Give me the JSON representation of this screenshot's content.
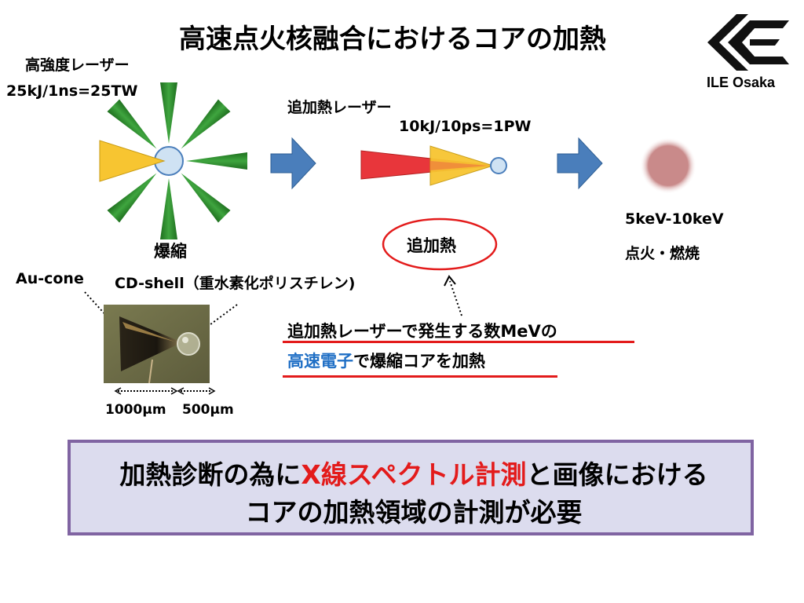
{
  "title": "高速点火核融合におけるコアの加熱",
  "logo": {
    "text": "ILE Osaka",
    "icon": "ile-logo-icon"
  },
  "stage1": {
    "laser_label": "高強度レーザー",
    "laser_energy": "25kJ/1ns=25TW",
    "caption": "爆縮"
  },
  "stage2": {
    "laser_label": "追加熱レーザー",
    "laser_energy": "10kJ/10ps=1PW",
    "bubble_label": "追加熱"
  },
  "stage3": {
    "temperature": "5keV-10keV",
    "caption": "点火・燃焼"
  },
  "target": {
    "cone_label": "Au-cone",
    "shell_label": "CD-shell（重水素化ポリスチレン)",
    "scale_left": "1000μm",
    "scale_right": "500μm"
  },
  "explanation": {
    "line1": "追加熱レーザーで発生する数MeVの",
    "line2_highlight": "高速電子",
    "line2_rest": "で爆縮コアを加熱"
  },
  "summary": {
    "line1_a": "加熱診断の為に",
    "line1_highlight": "X線スペクトル計測",
    "line1_b": "と画像における",
    "line2": "コアの加熱領域の計測が必要"
  },
  "colors": {
    "green_beam": "#2e8b2e",
    "yellow_beam": "#f7c531",
    "red_beam": "#e8363b",
    "arrow_blue": "#4a7ebb",
    "core_blue": "#cfe2f3",
    "hot_core": "#c98a8a",
    "highlight_red": "#e31b1b",
    "highlight_blue": "#1f6fc5",
    "box_border": "#8064a2",
    "box_fill": "#dcdcee"
  }
}
